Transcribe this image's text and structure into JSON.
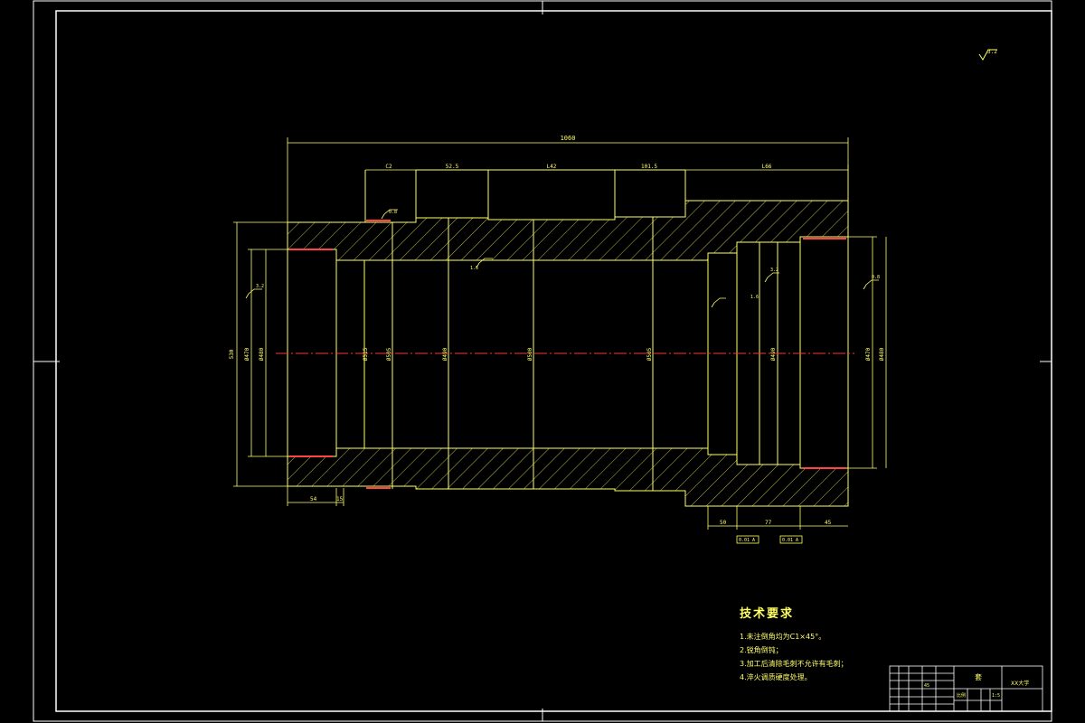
{
  "drawing": {
    "overall_length": "1060",
    "segment_lengths": [
      "C2",
      "52.5",
      "L42",
      "101.5",
      "L66"
    ],
    "surface_finish_top": "3.2",
    "finish_marks": [
      "0.8",
      "1.6",
      "3.2",
      "1.6",
      "3.2",
      "0.8"
    ],
    "diameters_left": [
      "530",
      "Ø470",
      "Ø480"
    ],
    "diameters_center": [
      "Ø515",
      "Ø505",
      "Ø490",
      "Ø500"
    ],
    "diameters_right": [
      "Ø505",
      "Ø490",
      "Ø470",
      "Ø480"
    ],
    "bottom_dims": [
      "54",
      "15",
      "50",
      "77",
      "45"
    ],
    "boxed_tolerances": [
      "0.01 A",
      "0.01 A"
    ]
  },
  "technical_requirements": {
    "title": "技术要求",
    "items": [
      "1.未注倒角均为C1×45°。",
      "2.锐角倒钝；",
      "3.加工后清除毛刺不允许有毛刺；",
      "4.淬火调质硬度处理。"
    ]
  },
  "title_block": {
    "part_name": "套",
    "company": "XX大学",
    "scale_label": "比例",
    "material": "45",
    "scale": "1:5"
  },
  "colors": {
    "background": "#000000",
    "frame": "#ffffff",
    "outline": "#ffff66",
    "centerline": "#ff3333",
    "hatch": "#ffff66"
  }
}
